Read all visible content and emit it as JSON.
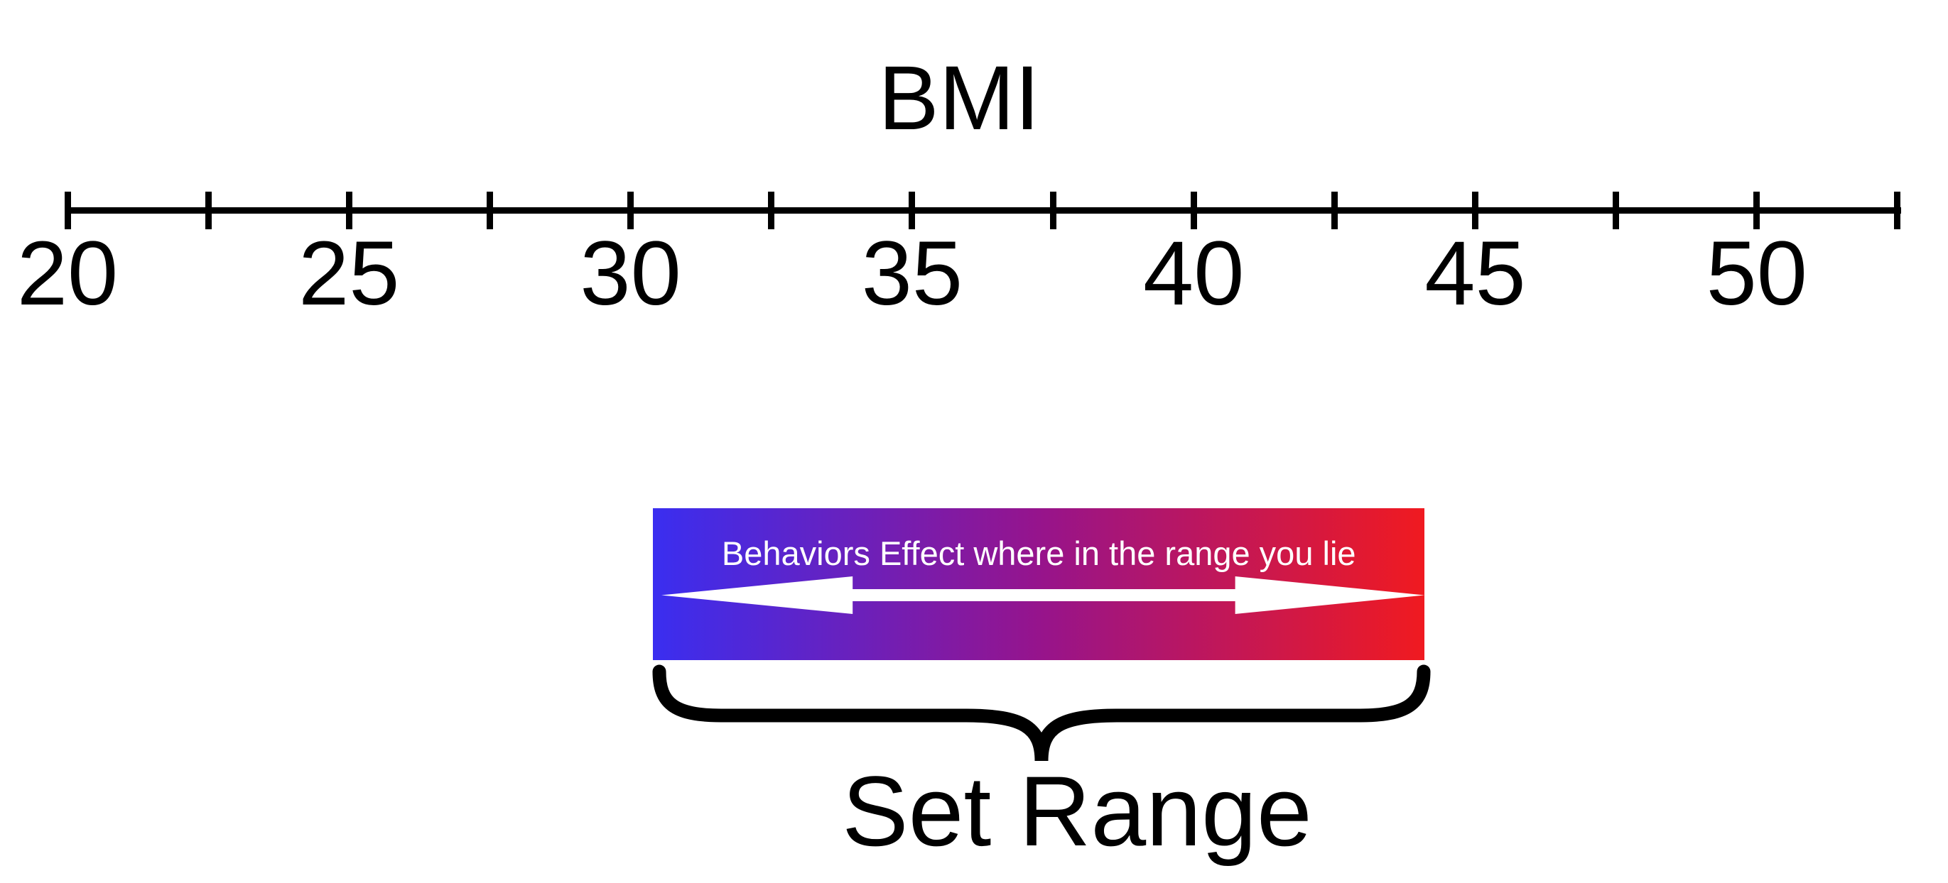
{
  "figure": {
    "title": "BMI",
    "range_label": "Set Range"
  },
  "band": {
    "caption": "Behaviors Effect where in the range you lie",
    "caption_color": "#FFFFFF",
    "arrow_color": "#FFFFFF",
    "gradient_left": "#3A2EF0",
    "gradient_mid": "#96148C",
    "gradient_right": "#F01A20",
    "approx_bmi_range": [
      30.4,
      44.1
    ]
  },
  "axis": {
    "min": 20,
    "max": 52.5,
    "tick_step": 2.5,
    "label_step": 5,
    "ticks": [
      {
        "v": 20,
        "label": "20"
      },
      {
        "v": 22.5,
        "label": ""
      },
      {
        "v": 25,
        "label": "25"
      },
      {
        "v": 27.5,
        "label": ""
      },
      {
        "v": 30,
        "label": "30"
      },
      {
        "v": 32.5,
        "label": ""
      },
      {
        "v": 35,
        "label": "35"
      },
      {
        "v": 37.5,
        "label": ""
      },
      {
        "v": 40,
        "label": "40"
      },
      {
        "v": 42.5,
        "label": ""
      },
      {
        "v": 45,
        "label": "45"
      },
      {
        "v": 47.5,
        "label": ""
      },
      {
        "v": 50,
        "label": "50"
      },
      {
        "v": 52.5,
        "label": ""
      }
    ]
  },
  "colors": {
    "background": "#FFFFFF",
    "ink": "#000000"
  }
}
